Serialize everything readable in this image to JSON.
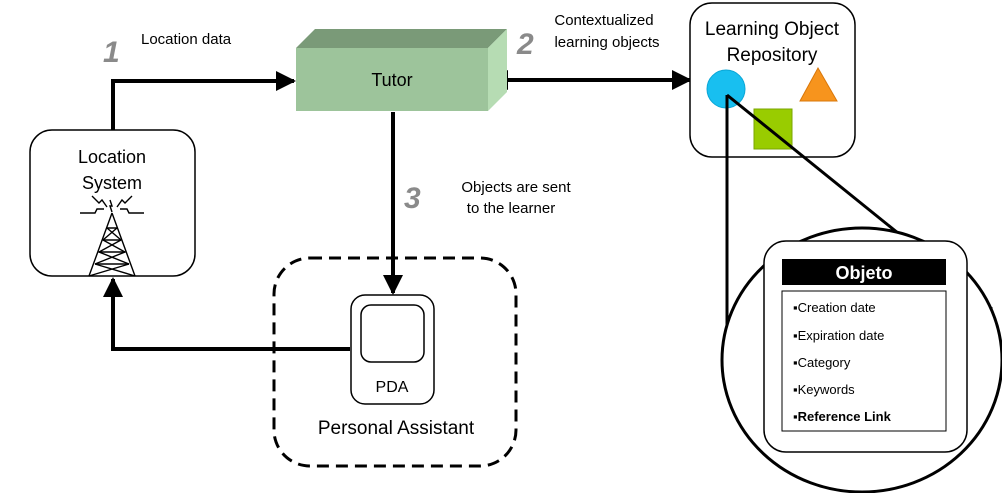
{
  "steps": [
    {
      "number": "1",
      "label_lines": [
        "Location data"
      ]
    },
    {
      "number": "2",
      "label_lines": [
        "Contextualized",
        "learning objects"
      ]
    },
    {
      "number": "3",
      "label_lines": [
        "Objects are sent",
        "to the learner"
      ]
    }
  ],
  "tutor": {
    "label": "Tutor",
    "color_front": "#9dc49b",
    "color_top": "#7a9a78",
    "color_side": "#b6dcb3"
  },
  "location_system": {
    "label_lines": [
      "Location",
      "System"
    ]
  },
  "repository": {
    "label_lines": [
      "Learning Object",
      "Repository"
    ],
    "shape_colors": {
      "circle": "#18bff0",
      "triangle": "#f7941d",
      "square": "#99cc00"
    }
  },
  "pda": {
    "label": "PDA"
  },
  "personal_assistant": {
    "label": "Personal Assistant"
  },
  "object_detail": {
    "title": "Objeto",
    "fields": [
      {
        "label": "▪Creation date",
        "bold": false
      },
      {
        "label": "▪Expiration date",
        "bold": false
      },
      {
        "label": "▪Category",
        "bold": false
      },
      {
        "label": "▪Keywords",
        "bold": false
      },
      {
        "label": "▪Reference Link",
        "bold": true
      }
    ]
  }
}
